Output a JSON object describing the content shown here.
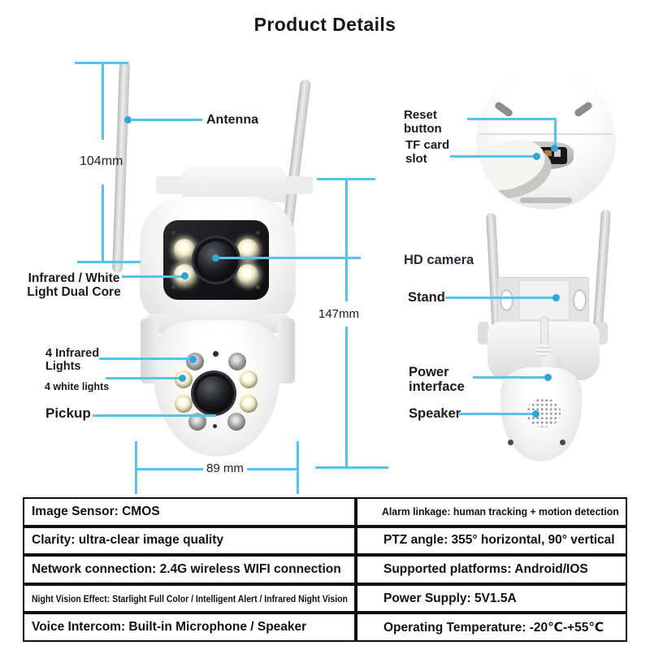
{
  "title": "Product Details",
  "colors": {
    "line": "#55c3ea",
    "dot": "#2fa6da",
    "label": "#1a1a1a",
    "hd_label": "#2a2a40"
  },
  "front_view": {
    "antenna": "Antenna",
    "antenna_length": "104mm",
    "dual_core": "Infrared / White\nLight Dual Core",
    "ir_lights": "4 Infrared\nLights",
    "white_lights": "4 white lights",
    "pickup": "Pickup",
    "body_width": "89 mm",
    "body_height": "147mm"
  },
  "back_view": {
    "reset_button": "Reset\nbutton",
    "tf_card_slot": "TF card\nslot",
    "hd_camera": "HD camera",
    "stand": "Stand",
    "power_interface": "Power\ninterface",
    "speaker": "Speaker"
  },
  "spec_table": {
    "rows": [
      {
        "left": "Image Sensor: CMOS",
        "right": "Alarm linkage: human tracking + motion detection"
      },
      {
        "left": "Clarity: ultra-clear image quality",
        "right": "PTZ angle: 355° horizontal, 90° vertical"
      },
      {
        "left": "Network connection: 2.4G wireless WIFI connection",
        "right": "Supported platforms: Android/IOS"
      },
      {
        "left": "Night Vision Effect: Starlight Full Color / Intelligent Alert / Infrared Night Vision",
        "right": "Power Supply: 5V1.5A"
      },
      {
        "left": "Voice Intercom: Built-in Microphone / Speaker",
        "right": "Operating Temperature: -20℃-+55℃"
      }
    ]
  }
}
